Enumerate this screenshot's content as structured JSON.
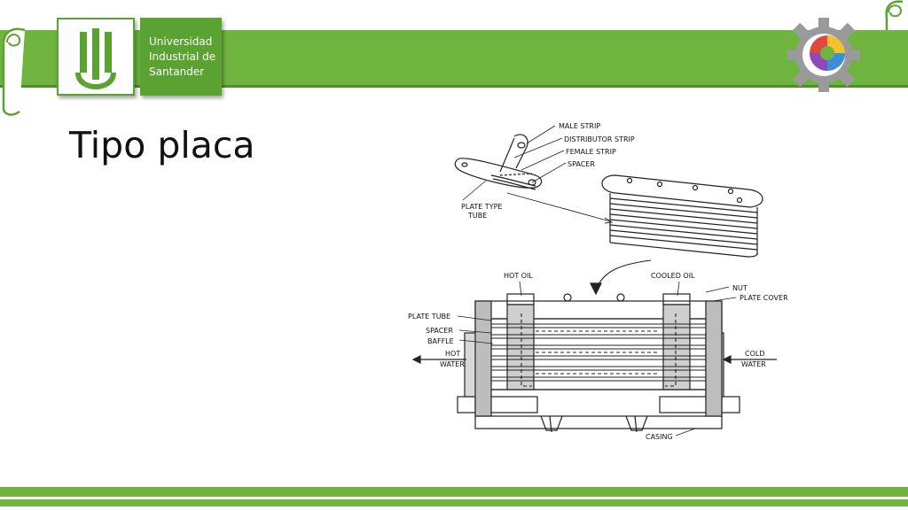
{
  "institution": {
    "logo_lines": [
      "Universidad",
      "Industrial de",
      "Santander"
    ]
  },
  "slide": {
    "title": "Tipo placa"
  },
  "diagram": {
    "labels": {
      "male_strip": "MALE STRIP",
      "distributor_strip": "DISTRIBUTOR STRIP",
      "female_strip": "FEMALE STRIP",
      "spacer_top": "SPACER",
      "plate_type": "PLATE TYPE",
      "tube": "TUBE",
      "hot_oil": "HOT OIL",
      "cooled_oil": "COOLED OIL",
      "nut": "NUT",
      "plate_cover": "PLATE COVER",
      "plate_tube": "PLATE TUBE",
      "spacer": "SPACER",
      "baffle": "BAFFLE",
      "hot": "HOT",
      "water_left": "WATER",
      "cold": "COLD",
      "water_right": "WATER",
      "casing": "CASING"
    }
  },
  "colors": {
    "brand_green": "#6fb43f",
    "brand_green_dark": "#5aa232"
  }
}
